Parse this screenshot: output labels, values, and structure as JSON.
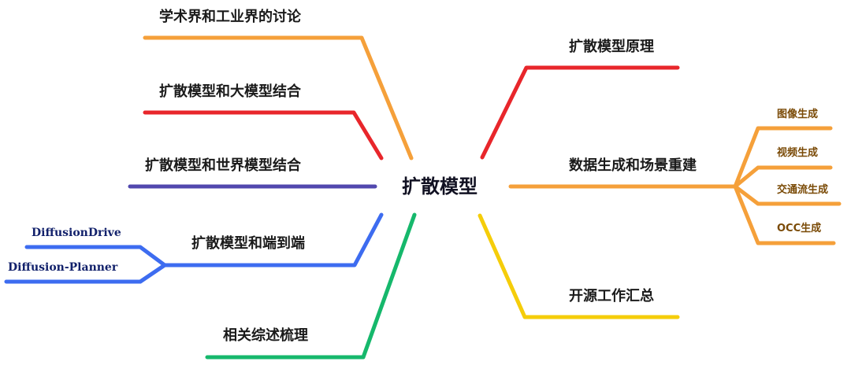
{
  "center": {
    "label": "扩散模型"
  },
  "branches": {
    "academia_industry": {
      "label": "学术界和工业界的讨论",
      "color": "#f5a03a"
    },
    "large_model": {
      "label": "扩散模型和大模型结合",
      "color": "#e8262b"
    },
    "world_model": {
      "label": "扩散模型和世界模型结合",
      "color": "#5148ae"
    },
    "end_to_end": {
      "label": "扩散模型和端到端",
      "color": "#3d6cf0",
      "children": [
        {
          "label": "DiffusionDrive"
        },
        {
          "label": "Diffusion-Planner"
        }
      ]
    },
    "survey": {
      "label": "相关综述梳理",
      "color": "#16b86c"
    },
    "principle": {
      "label": "扩散模型原理",
      "color": "#e8262b"
    },
    "data_gen": {
      "label": "数据生成和场景重建",
      "color": "#f5a03a",
      "children": [
        {
          "label": "图像生成"
        },
        {
          "label": "视频生成"
        },
        {
          "label": "交通流生成"
        },
        {
          "label": "OCC生成"
        }
      ]
    },
    "open_source": {
      "label": "开源工作汇总",
      "color": "#f5cd0a"
    }
  }
}
